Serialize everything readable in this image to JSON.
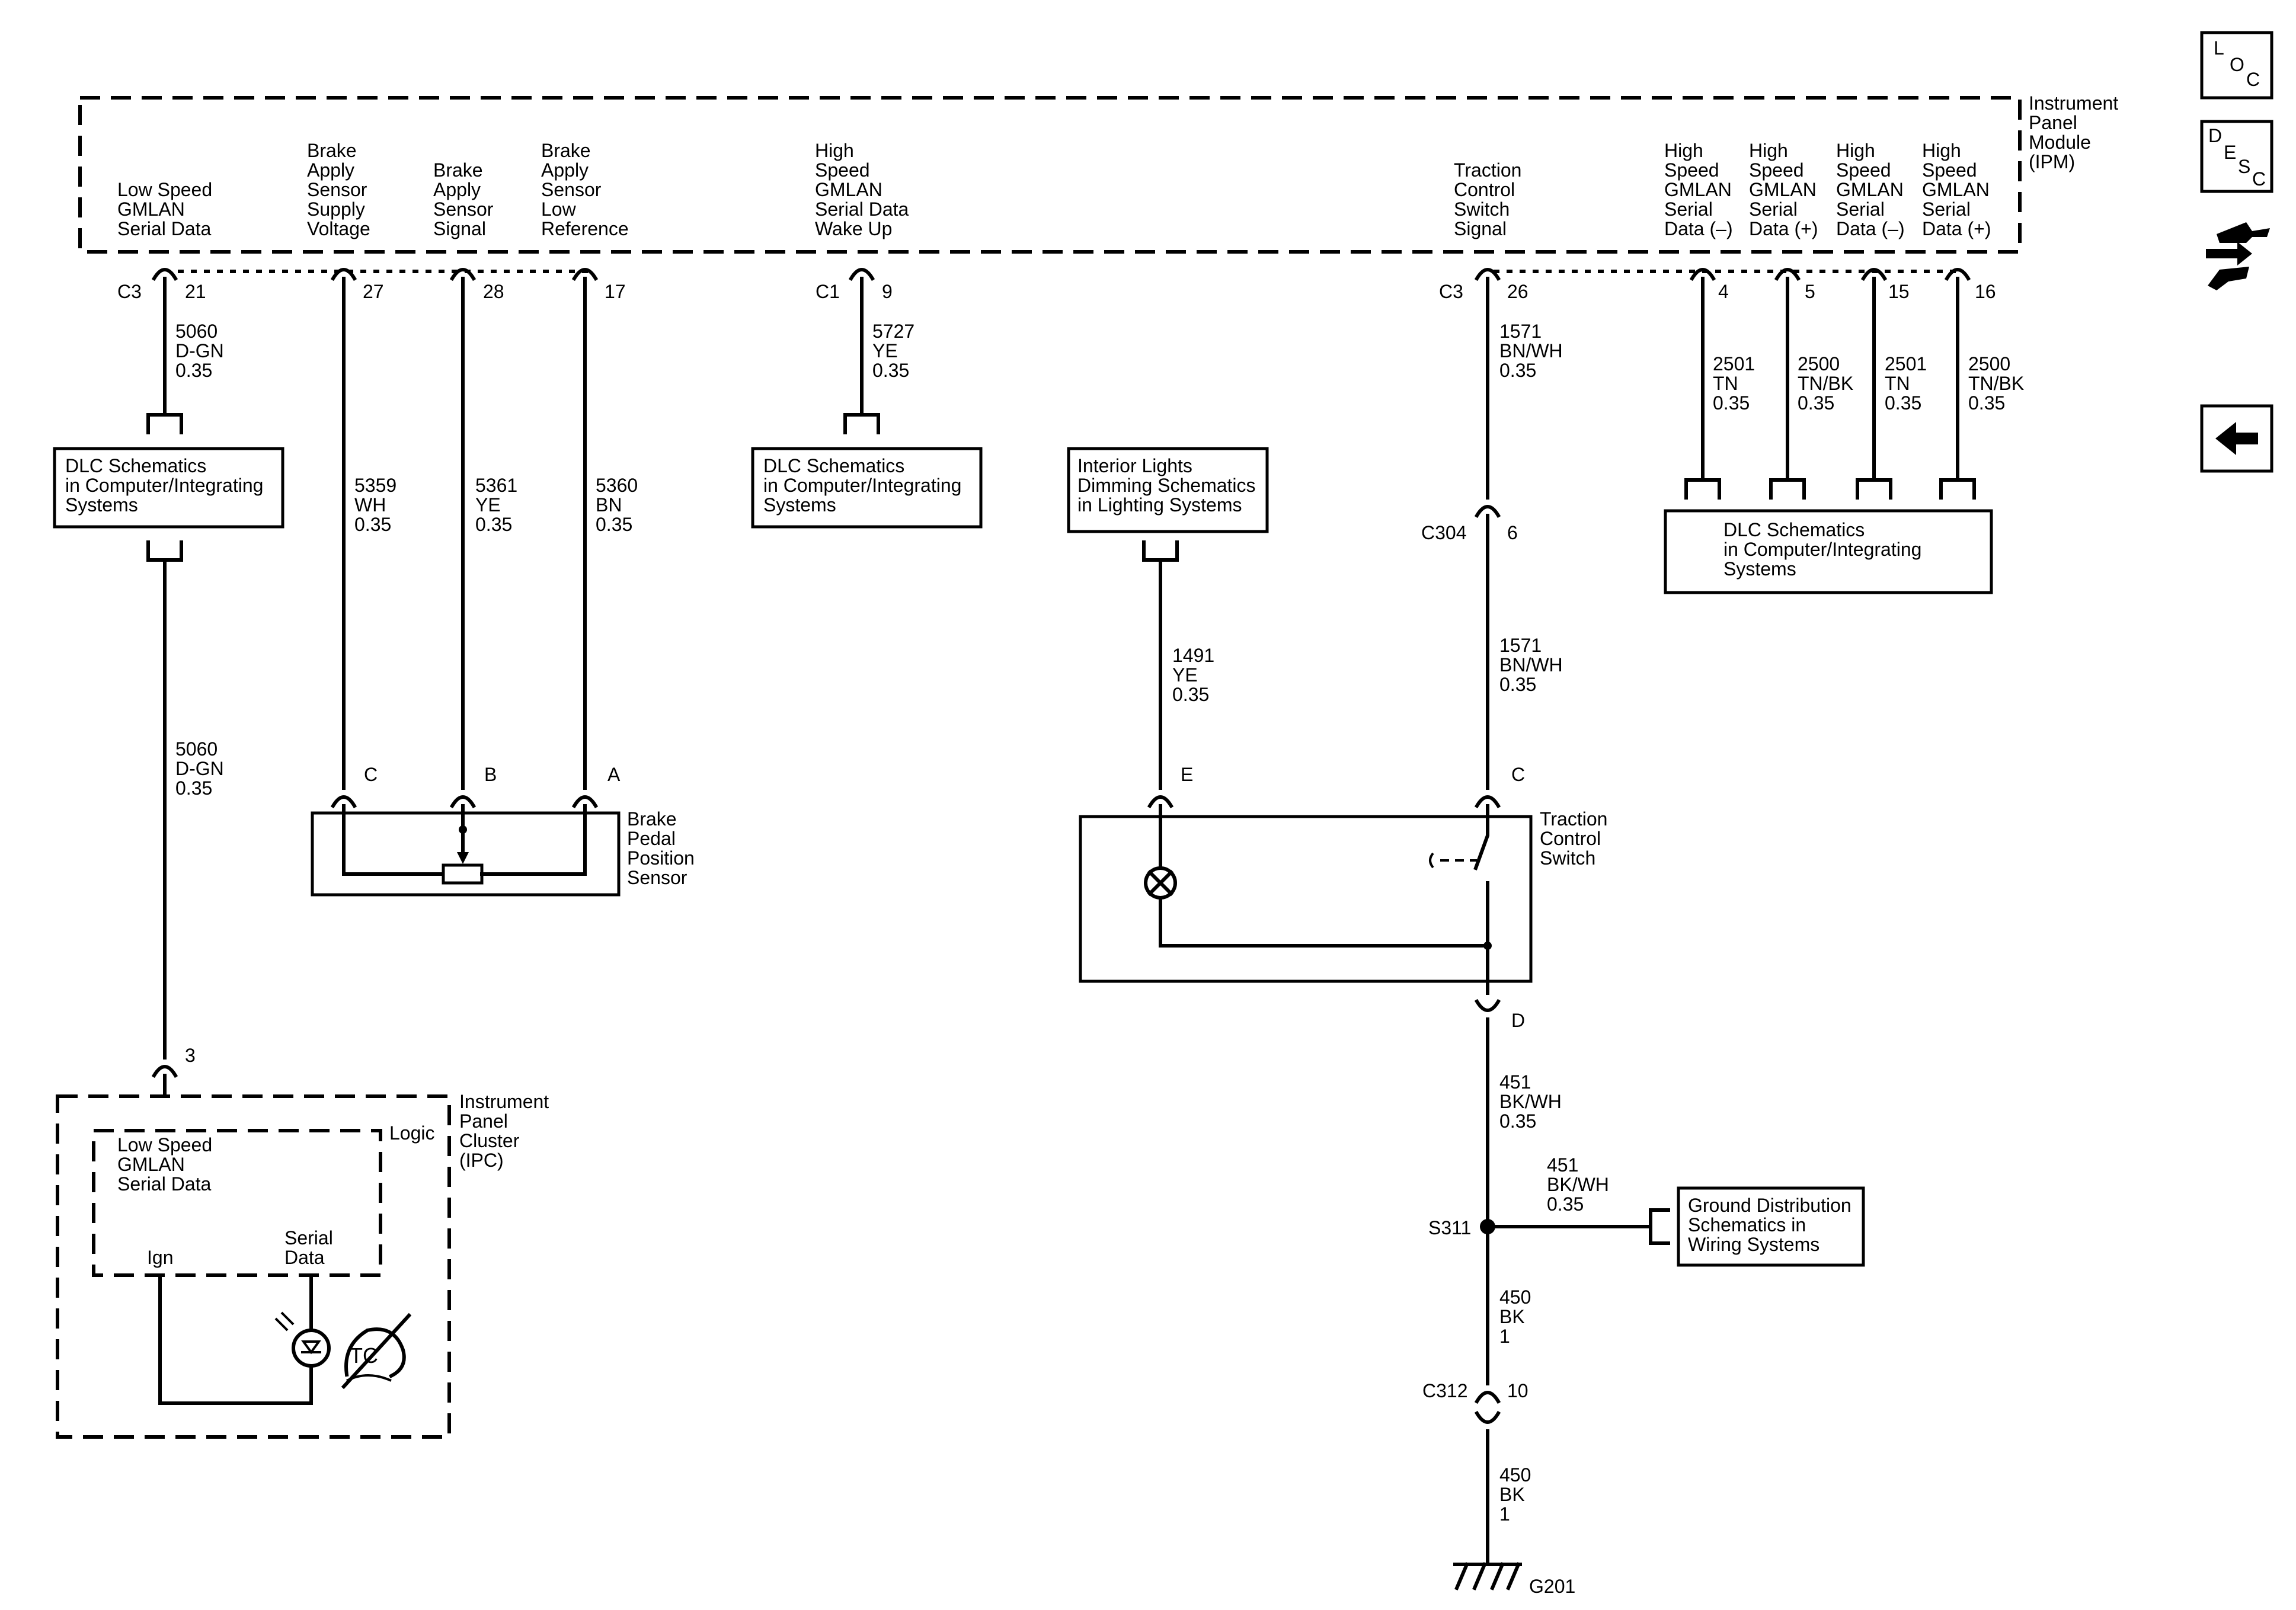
{
  "modules": {
    "ipm": {
      "name": "Instrument Panel Module (IPM)",
      "l1": "Instrument",
      "l2": "Panel",
      "l3": "Module",
      "l4": "(IPM)"
    },
    "ipc": {
      "l1": "Instrument",
      "l2": "Panel",
      "l3": "Cluster",
      "l4": "(IPC)",
      "logic": "Logic",
      "inner1": "Low Speed",
      "inner2": "GMLAN",
      "inner3": "Serial Data",
      "ign": "Ign",
      "serial1": "Serial",
      "serial2": "Data"
    }
  },
  "ipm_pins": {
    "p21": {
      "l1": "Low Speed",
      "l2": "GMLAN",
      "l3": "Serial Data",
      "num": "21",
      "conn": "C3"
    },
    "p27": {
      "l1": "Brake",
      "l2": "Apply",
      "l3": "Sensor",
      "l4": "Supply",
      "l5": "Voltage",
      "num": "27"
    },
    "p28": {
      "l1": "Brake",
      "l2": "Apply",
      "l3": "Sensor",
      "l4": "Signal",
      "num": "28"
    },
    "p17": {
      "l1": "Brake",
      "l2": "Apply",
      "l3": "Sensor",
      "l4": "Low",
      "l5": "Reference",
      "num": "17"
    },
    "p9": {
      "l1": "High",
      "l2": "Speed",
      "l3": "GMLAN",
      "l4": "Serial Data",
      "l5": "Wake Up",
      "num": "9",
      "conn": "C1"
    },
    "p26": {
      "l1": "Traction",
      "l2": "Control",
      "l3": "Switch",
      "l4": "Signal",
      "num": "26",
      "conn": "C3"
    },
    "p4": {
      "l1": "High",
      "l2": "Speed",
      "l3": "GMLAN",
      "l4": "Serial",
      "l5": "Data (–)",
      "num": "4"
    },
    "p5": {
      "l1": "High",
      "l2": "Speed",
      "l3": "GMLAN",
      "l4": "Serial",
      "l5": "Data (+)",
      "num": "5"
    },
    "p15": {
      "l1": "High",
      "l2": "Speed",
      "l3": "GMLAN",
      "l4": "Serial",
      "l5": "Data (–)",
      "num": "15"
    },
    "p16": {
      "l1": "High",
      "l2": "Speed",
      "l3": "GMLAN",
      "l4": "Serial",
      "l5": "Data (+)",
      "num": "16"
    }
  },
  "wires": {
    "w5060a": {
      "circuit": "5060",
      "color": "D-GN",
      "size": "0.35"
    },
    "w5060b": {
      "circuit": "5060",
      "color": "D-GN",
      "size": "0.35"
    },
    "w5359": {
      "circuit": "5359",
      "color": "WH",
      "size": "0.35"
    },
    "w5361": {
      "circuit": "5361",
      "color": "YE",
      "size": "0.35"
    },
    "w5360": {
      "circuit": "5360",
      "color": "BN",
      "size": "0.35"
    },
    "w5727": {
      "circuit": "5727",
      "color": "YE",
      "size": "0.35"
    },
    "w1491": {
      "circuit": "1491",
      "color": "YE",
      "size": "0.35"
    },
    "w1571a": {
      "circuit": "1571",
      "color": "BN/WH",
      "size": "0.35"
    },
    "w1571b": {
      "circuit": "1571",
      "color": "BN/WH",
      "size": "0.35"
    },
    "w2501a": {
      "circuit": "2501",
      "color": "TN",
      "size": "0.35"
    },
    "w2500a": {
      "circuit": "2500",
      "color": "TN/BK",
      "size": "0.35"
    },
    "w2501b": {
      "circuit": "2501",
      "color": "TN",
      "size": "0.35"
    },
    "w2500b": {
      "circuit": "2500",
      "color": "TN/BK",
      "size": "0.35"
    },
    "w451a": {
      "circuit": "451",
      "color": "BK/WH",
      "size": "0.35"
    },
    "w451b": {
      "circuit": "451",
      "color": "BK/WH",
      "size": "0.35"
    },
    "w450a": {
      "circuit": "450",
      "color": "BK",
      "size": "1"
    },
    "w450b": {
      "circuit": "450",
      "color": "BK",
      "size": "1"
    }
  },
  "refs": {
    "dlc1": {
      "l1": "DLC Schematics",
      "l2": "in Computer/Integrating",
      "l3": "Systems"
    },
    "dlc2": {
      "l1": "DLC Schematics",
      "l2": "in Computer/Integrating",
      "l3": "Systems"
    },
    "dlc3": {
      "l1": "DLC Schematics",
      "l2": "in Computer/Integrating",
      "l3": "Systems"
    },
    "interior": {
      "l1": "Interior Lights",
      "l2": "Dimming Schematics",
      "l3": "in Lighting Systems"
    },
    "ground": {
      "l1": "Ground Distribution",
      "l2": "Schematics in",
      "l3": "Wiring Systems"
    }
  },
  "components": {
    "bpp": {
      "l1": "Brake",
      "l2": "Pedal",
      "l3": "Position",
      "l4": "Sensor",
      "pinC": "C",
      "pinB": "B",
      "pinA": "A"
    },
    "tcs": {
      "l1": "Traction",
      "l2": "Control",
      "l3": "Switch",
      "pinE": "E",
      "pinC": "C",
      "pinD": "D"
    },
    "ipc_pin": "3"
  },
  "connectors": {
    "c304": {
      "name": "C304",
      "pin": "6"
    },
    "c312": {
      "name": "C312",
      "pin": "10"
    },
    "s311": "S311",
    "g201": "G201"
  },
  "nav": {
    "loc": {
      "a": "L",
      "b": "O",
      "c": "C"
    },
    "desc": {
      "a": "D",
      "b": "E",
      "c": "S",
      "d": "C"
    },
    "icons": [
      "connector-icon",
      "back-arrow-icon"
    ]
  }
}
